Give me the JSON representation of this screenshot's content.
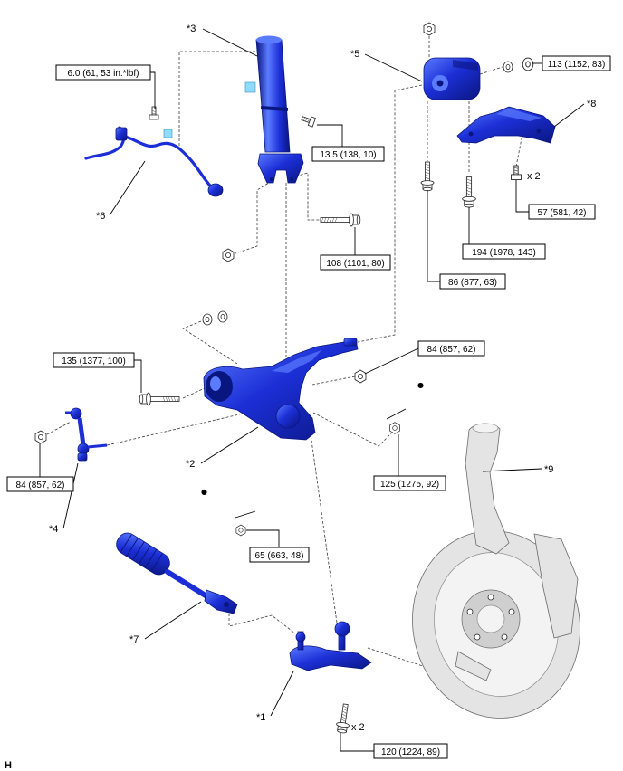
{
  "figure_code": "H",
  "callouts": [
    "*1",
    "*2",
    "*3",
    "*4",
    "*5",
    "*6",
    "*7",
    "*8",
    "*9"
  ],
  "torque_labels": [
    "6.0 (61, 53 in.*lbf)",
    "113 (1152, 83)",
    "13.5 (138, 10)",
    "57 (581, 42)",
    "194 (1978, 143)",
    "108 (1101, 80)",
    "86 (877, 63)",
    "84 (857, 62)",
    "135 (1377, 100)",
    "125 (1275, 92)",
    "84 (857, 62)",
    "65 (663, 48)",
    "120 (1224, 89)"
  ],
  "quantity_marks": [
    "x 2",
    "x 2"
  ],
  "bullet_marks": [
    "●",
    "●"
  ],
  "colors": {
    "part": "#1c2fd6",
    "part_dark": "#0a1680",
    "part_light": "#5b7bff",
    "knuckle": "#e4e4e4"
  }
}
